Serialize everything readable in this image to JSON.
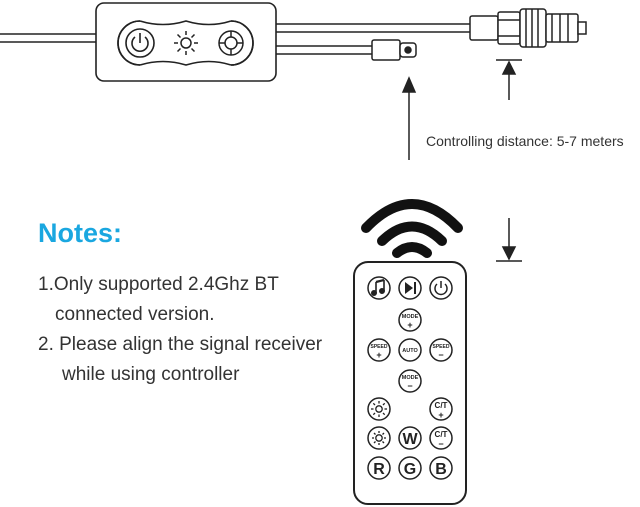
{
  "distance_label": "Controlling distance: 5-7 meters",
  "notes": {
    "title": "Notes:",
    "line1a": "1.Only supported 2.4Ghz BT",
    "line1b": "connected version.",
    "line2a": "2. Please align the signal receiver",
    "line2b": "while using controller"
  },
  "remote": {
    "mode_label": "MODE",
    "speed_label": "SPEED",
    "auto_label": "AUTO",
    "ct_label": "C/T",
    "w_label": "W",
    "r_label": "R",
    "g_label": "G",
    "b_label": "B",
    "plus": "+",
    "minus": "−"
  },
  "colors": {
    "accent": "#1aa7e0",
    "line": "#222222"
  }
}
